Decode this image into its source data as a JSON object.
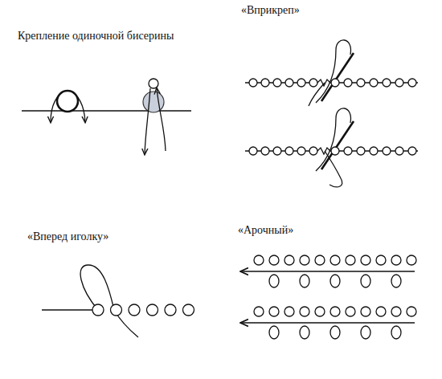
{
  "diagram": {
    "labels": [
      "Крепление одиночной бисерины",
      "«Вприкреп»",
      "«Вперед иголку»",
      "«Арочный»"
    ]
  }
}
